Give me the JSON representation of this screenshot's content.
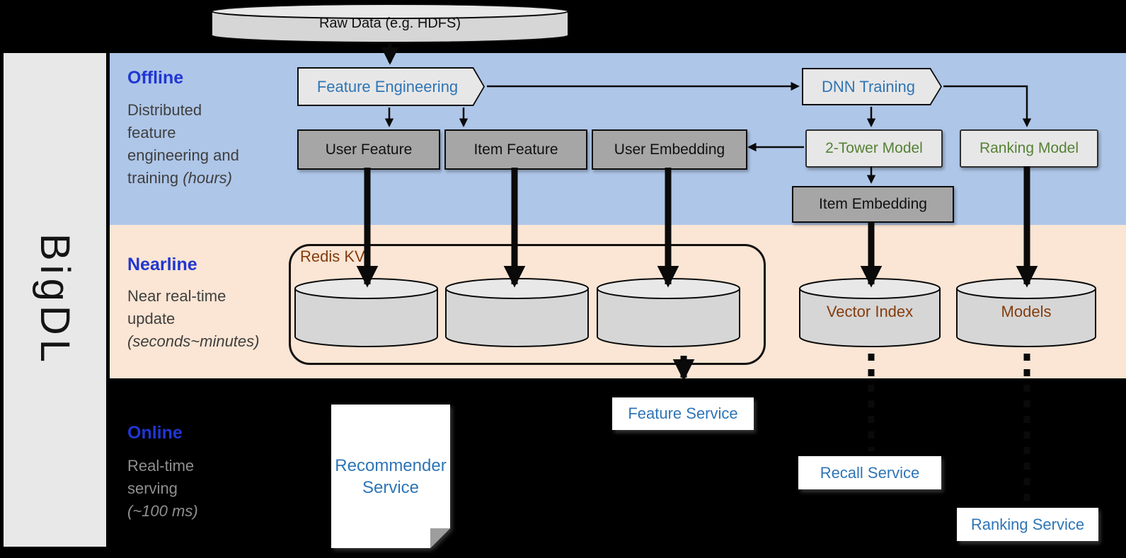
{
  "brand": {
    "label": "BigDL"
  },
  "raw_data": {
    "label": "Raw Data (e.g. HDFS)"
  },
  "sections": {
    "offline": {
      "title": "Offline",
      "desc_lines": [
        "Distributed",
        "feature",
        "engineering and",
        "training"
      ],
      "desc_italic": "(hours)"
    },
    "nearline": {
      "title": "Nearline",
      "desc_lines": [
        "Near real-time",
        "update"
      ],
      "desc_italic": "(seconds~minutes)"
    },
    "online": {
      "title": "Online",
      "desc_lines": [
        "Real-time",
        "serving"
      ],
      "desc_italic": "(~100 ms)"
    }
  },
  "nodes": {
    "feature_engineering": "Feature Engineering",
    "dnn_training": "DNN Training",
    "user_feature": "User Feature",
    "item_feature": "Item Feature",
    "user_embedding": "User Embedding",
    "two_tower_model": "2-Tower Model",
    "ranking_model": "Ranking Model",
    "item_embedding": "Item Embedding",
    "redis_kv": "Redis KV",
    "vector_index": "Vector Index",
    "models": "Models",
    "recommender_service": "Recommender Service",
    "feature_service": "Feature Service",
    "recall_service": "Recall Service",
    "ranking_service": "Ranking Service"
  },
  "colors": {
    "background": "#000000",
    "bigdl_bar": "#e9e8e8",
    "offline_band": "#aec6e8",
    "nearline_band": "#fbe5d4",
    "box_dark": "#a6a6a6",
    "box_light": "#e8e7e7",
    "cylinder_body": "#d6d6d6",
    "cylinder_top": "#e8e8e8",
    "node_blue": "#2e75b6",
    "title_blue": "#2036d2",
    "green": "#548235",
    "brown": "#843c0c",
    "desc_gray": "#3f3f3f",
    "online_desc_gray": "#8f8f8f"
  }
}
